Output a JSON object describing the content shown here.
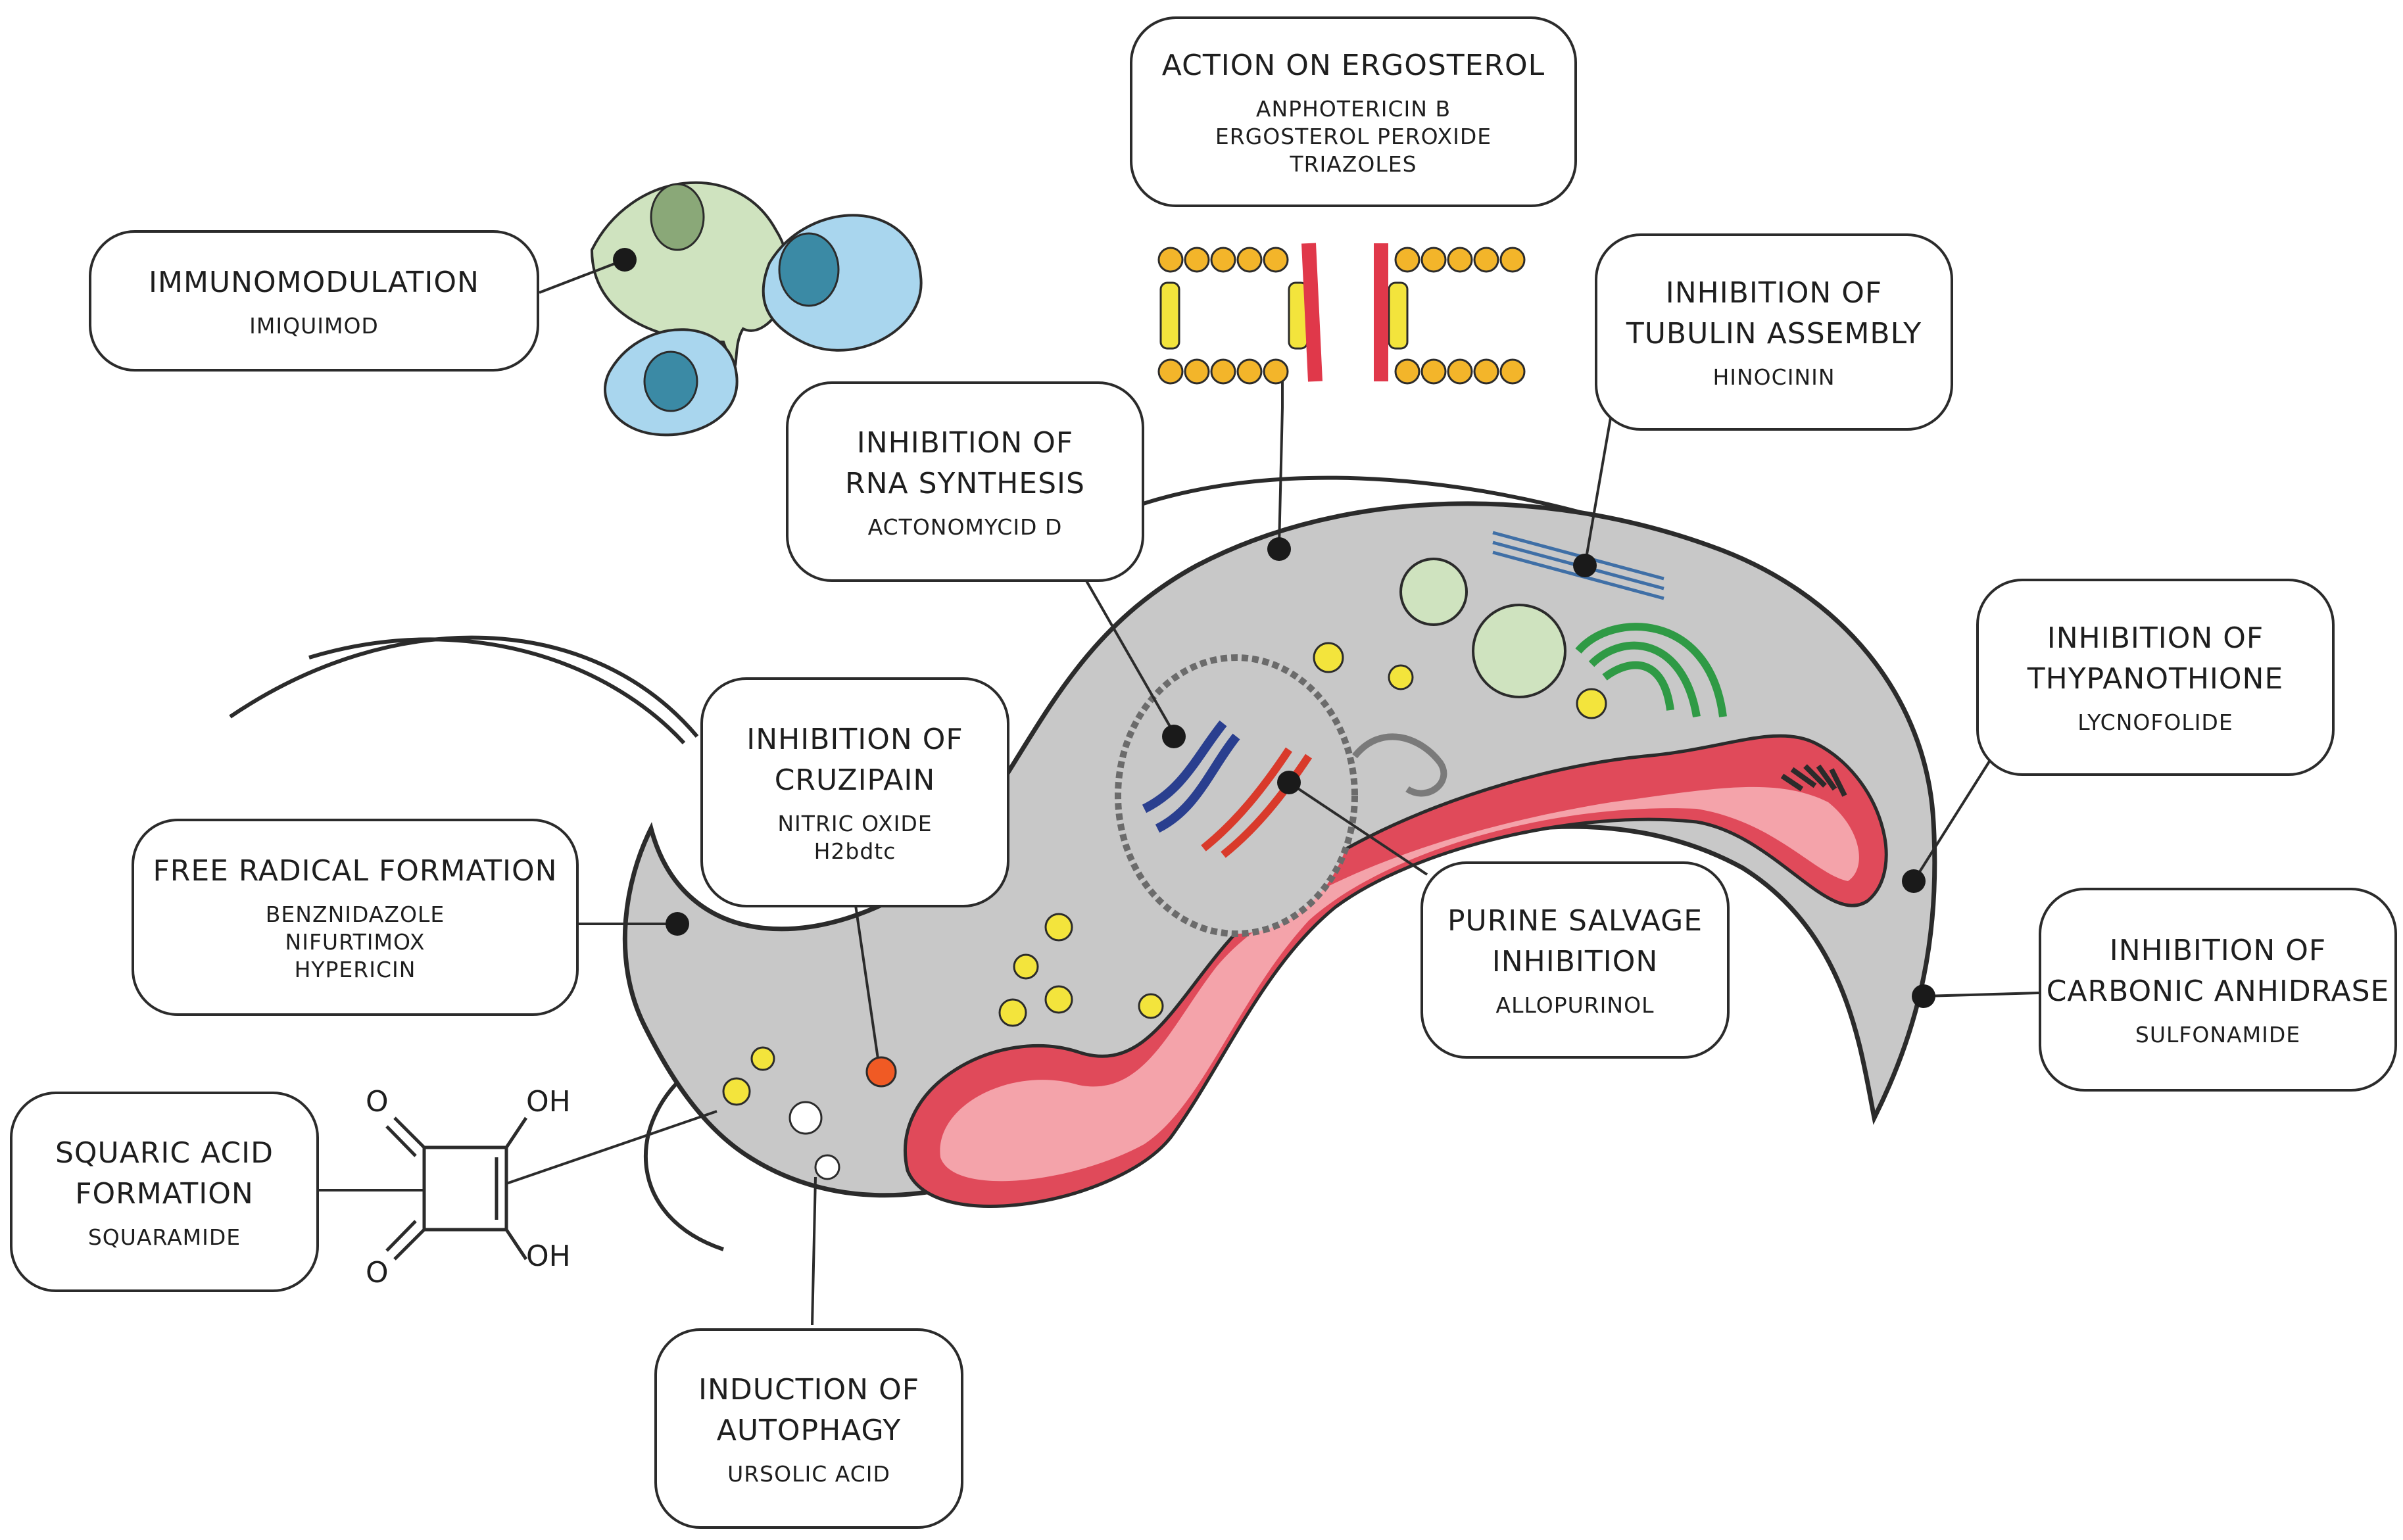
{
  "colors": {
    "cell_fill": "#c8c8c8",
    "outline": "#2b2b2b",
    "mitochondria": "#e04a5a",
    "mito_inner": "#f4a3aa",
    "dna_blue": "#2a3f8f",
    "dna_red": "#d93a2b",
    "macrophage_green": "#cfe3bf",
    "macrophage_blue": "#a9d6ee",
    "golgi_green": "#2f9a45",
    "granule_yellow": "#f3e43c",
    "lipid_yellow": "#f3e43c",
    "lipid_head": "#f3b52a",
    "tubulin_blue": "#3f6fa6",
    "orange_vesicle": "#f05a24"
  },
  "labels": {
    "ergosterol": {
      "title": "ACTION ON ERGOSTEROL",
      "drugs": "ANPHOTERICIN B\nERGOSTEROL PEROXIDE\nTRIAZOLES"
    },
    "immunomodulation": {
      "title": "IMMUNOMODULATION",
      "drugs": "IMIQUIMOD"
    },
    "tubulin": {
      "title": "INHIBITION OF\nTUBULIN ASSEMBLY",
      "drugs": "HINOCININ"
    },
    "rna": {
      "title": "INHIBITION OF\nRNA SYNTHESIS",
      "drugs": "ACTONOMYCID D"
    },
    "cruzipain": {
      "title": "INHIBITION OF\nCRUZIPAIN",
      "drugs": "NITRIC OXIDE\nH2bdtc"
    },
    "free_radical": {
      "title": "FREE RADICAL FORMATION",
      "drugs": "BENZNIDAZOLE\nNIFURTIMOX\nHYPERICIN"
    },
    "trypanothione": {
      "title": "INHIBITION OF\nTHYPANOTHIONE",
      "drugs": "LYCNOFOLIDE"
    },
    "purine": {
      "title": "PURINE SALVAGE\nINHIBITION",
      "drugs": "ALLOPURINOL"
    },
    "carbonic": {
      "title": "INHIBITION OF\nCARBONIC ANHIDRASE",
      "drugs": "SULFONAMIDE"
    },
    "squaric": {
      "title": "SQUARIC ACID\nFORMATION",
      "drugs": "SQUARAMIDE"
    },
    "autophagy": {
      "title": "INDUCTION OF\nAUTOPHAGY",
      "drugs": "URSOLIC ACID"
    }
  },
  "chem": {
    "o_top": "O",
    "o_bottom": "O",
    "oh_top": "OH",
    "oh_bottom": "OH"
  }
}
